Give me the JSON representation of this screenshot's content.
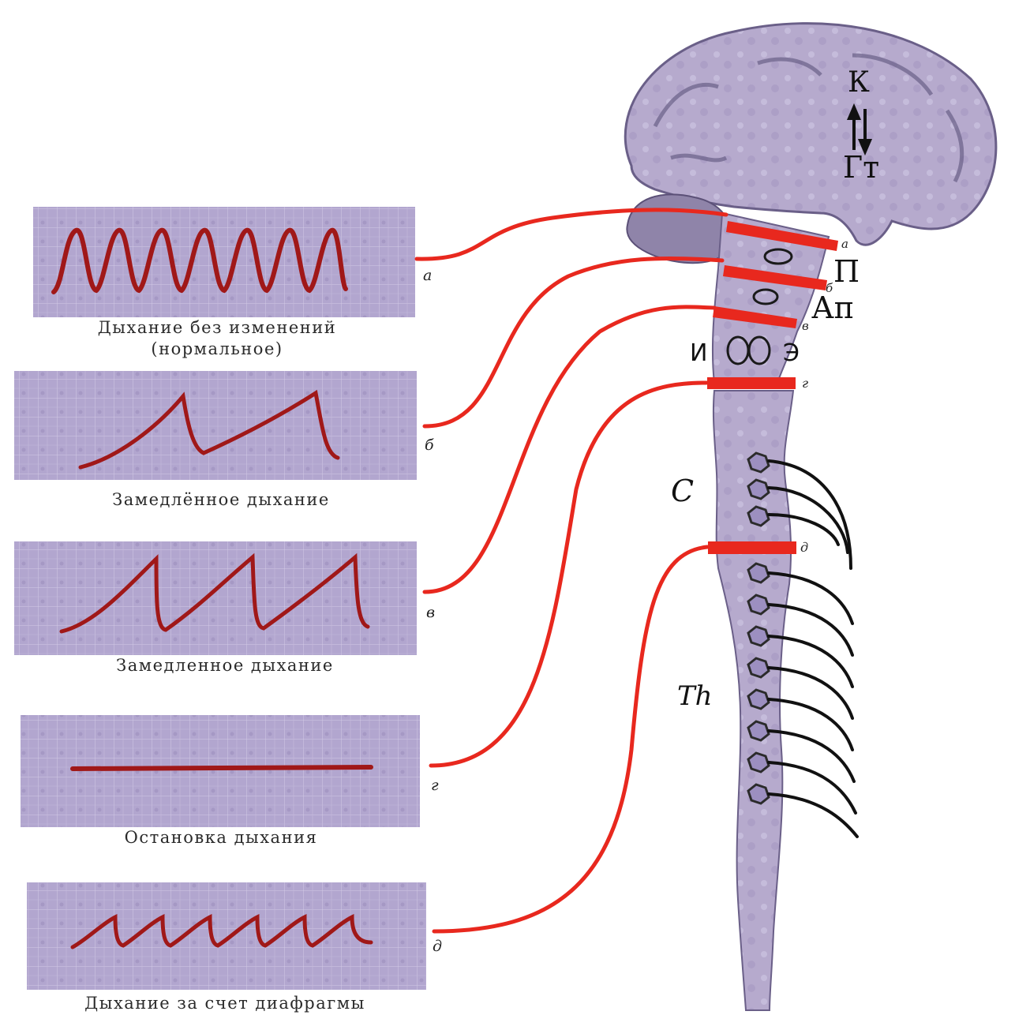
{
  "panels": [
    {
      "id": "a",
      "caption": "Дыхание без изменений",
      "caption2": "(нормальное)",
      "mark": "а"
    },
    {
      "id": "b",
      "caption": "Замедлённое дыхание",
      "mark": "б"
    },
    {
      "id": "v",
      "caption": "Замедленное дыхание",
      "mark": "в"
    },
    {
      "id": "g",
      "caption": "Остановка дыхания",
      "mark": "г"
    },
    {
      "id": "d",
      "caption": "Дыхание за счет диафрагмы",
      "mark": "д"
    }
  ],
  "brain_labels": {
    "k": "К",
    "gt": "Гт",
    "p": "П",
    "ap": "Ап",
    "i": "И",
    "e": "Э",
    "c": "C",
    "th": "Th"
  },
  "cut_marks": [
    "а",
    "б",
    "в",
    "г",
    "д"
  ],
  "colors": {
    "trace": "#a01818",
    "cut": "#e8281e",
    "tissue": "#b3a6cc",
    "grid": "#a79bc6"
  }
}
